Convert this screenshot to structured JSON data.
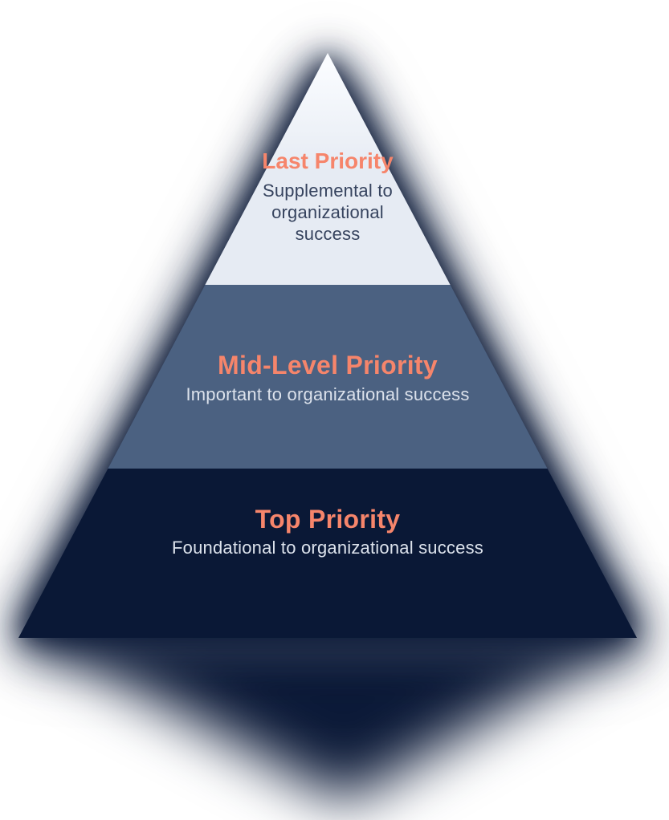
{
  "diagram": {
    "type": "pyramid",
    "levels": [
      {
        "id": "last-priority",
        "title": "Last Priority",
        "subtitle": "Supplemental to organizational success"
      },
      {
        "id": "mid-level-priority",
        "title": "Mid-Level Priority",
        "subtitle": "Important to organizational success"
      },
      {
        "id": "top-priority",
        "title": "Top Priority",
        "subtitle": "Foundational to organizational success"
      }
    ]
  },
  "colors": {
    "background": "#ffffff",
    "level-last-fill": "#e6ebf3",
    "level-mid-fill": "#4b6181",
    "level-top-fill": "#0a1836",
    "accent-title": "#f6856b",
    "subtitle-on-light": "#36435e",
    "subtitle-on-dark": "#dce2ec",
    "glow": "#0c1a38"
  }
}
